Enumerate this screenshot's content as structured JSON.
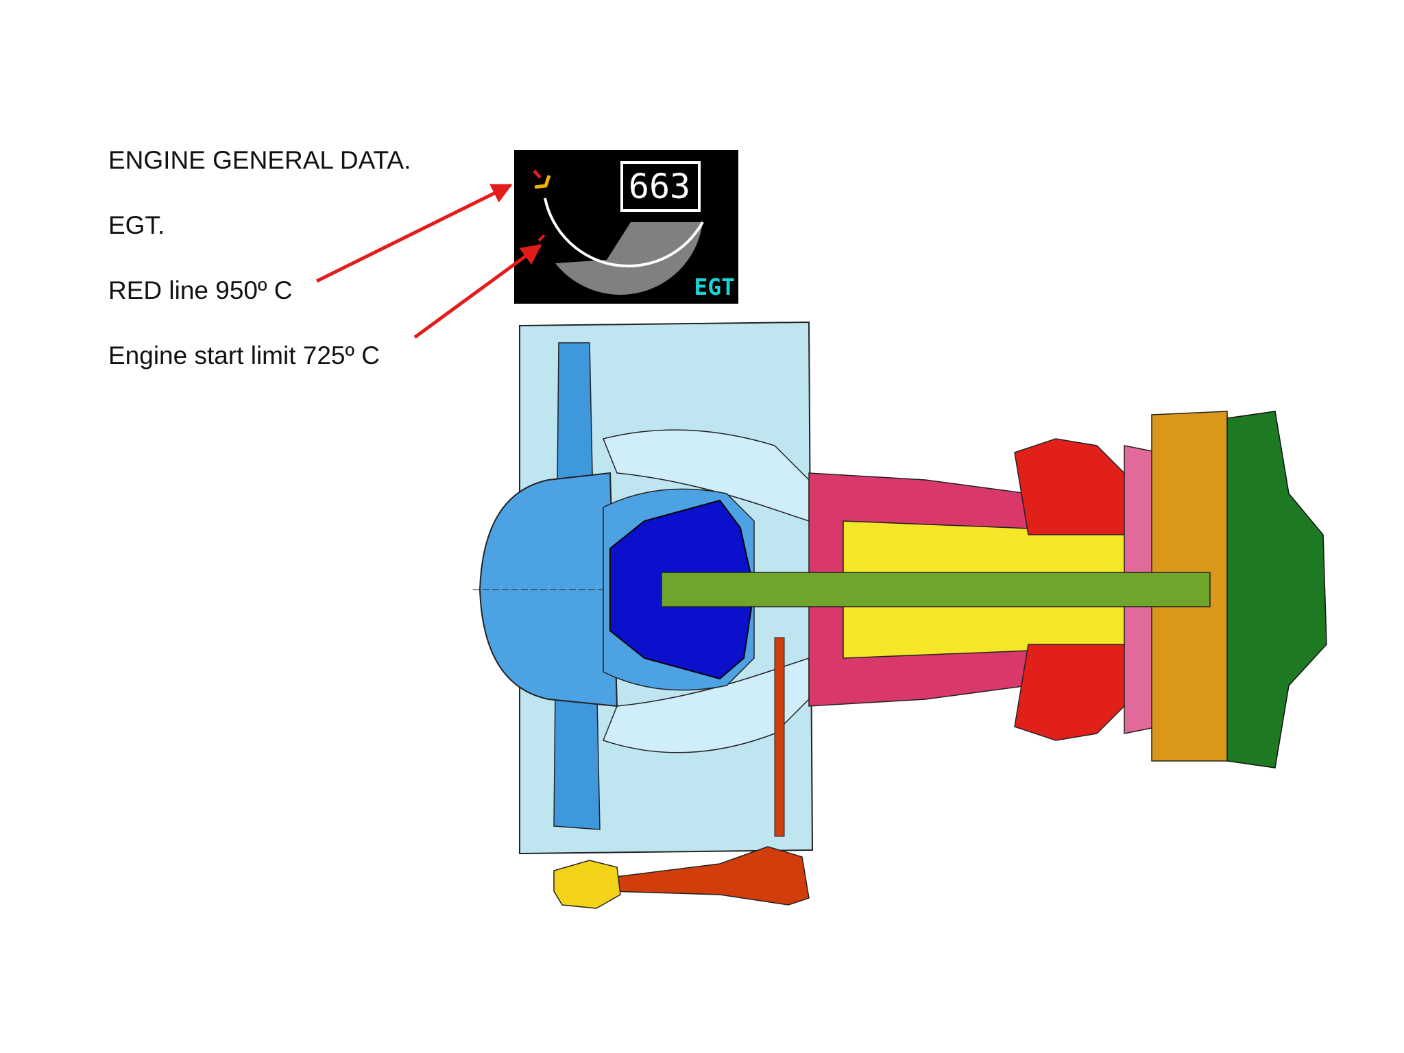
{
  "notes": {
    "title": "ENGINE GENERAL DATA.",
    "parameter": "EGT.",
    "red_line": "RED line 950º C",
    "start_limit": "Engine start limit 725º C"
  },
  "egt_gauge": {
    "value": "663",
    "label": "EGT",
    "colors": {
      "background": "#000000",
      "needle_fill": "#808080",
      "label": "#18d6d6",
      "red_limit": "#e21b1b",
      "amber_limit": "#f2b400"
    }
  },
  "engine_cutaway": {
    "section_colors": {
      "fan_case": "#bfe6f0",
      "fan_blade": "#3f98dc",
      "spinner": "#4da2e4",
      "fan_disk": "#0a10cc",
      "ip_compressor": "#d8386a",
      "hp_compressor": "#f6e62a",
      "combustor": "#e2201a",
      "hp_turbine": "#e26a9a",
      "lp_turbine": "#d9981a",
      "exhaust_rear": "#1d7a23",
      "main_shaft": "#6fa52a",
      "gearbox_drive": "#d23d0c",
      "accessory_gearbox": "#f3d21a"
    }
  }
}
